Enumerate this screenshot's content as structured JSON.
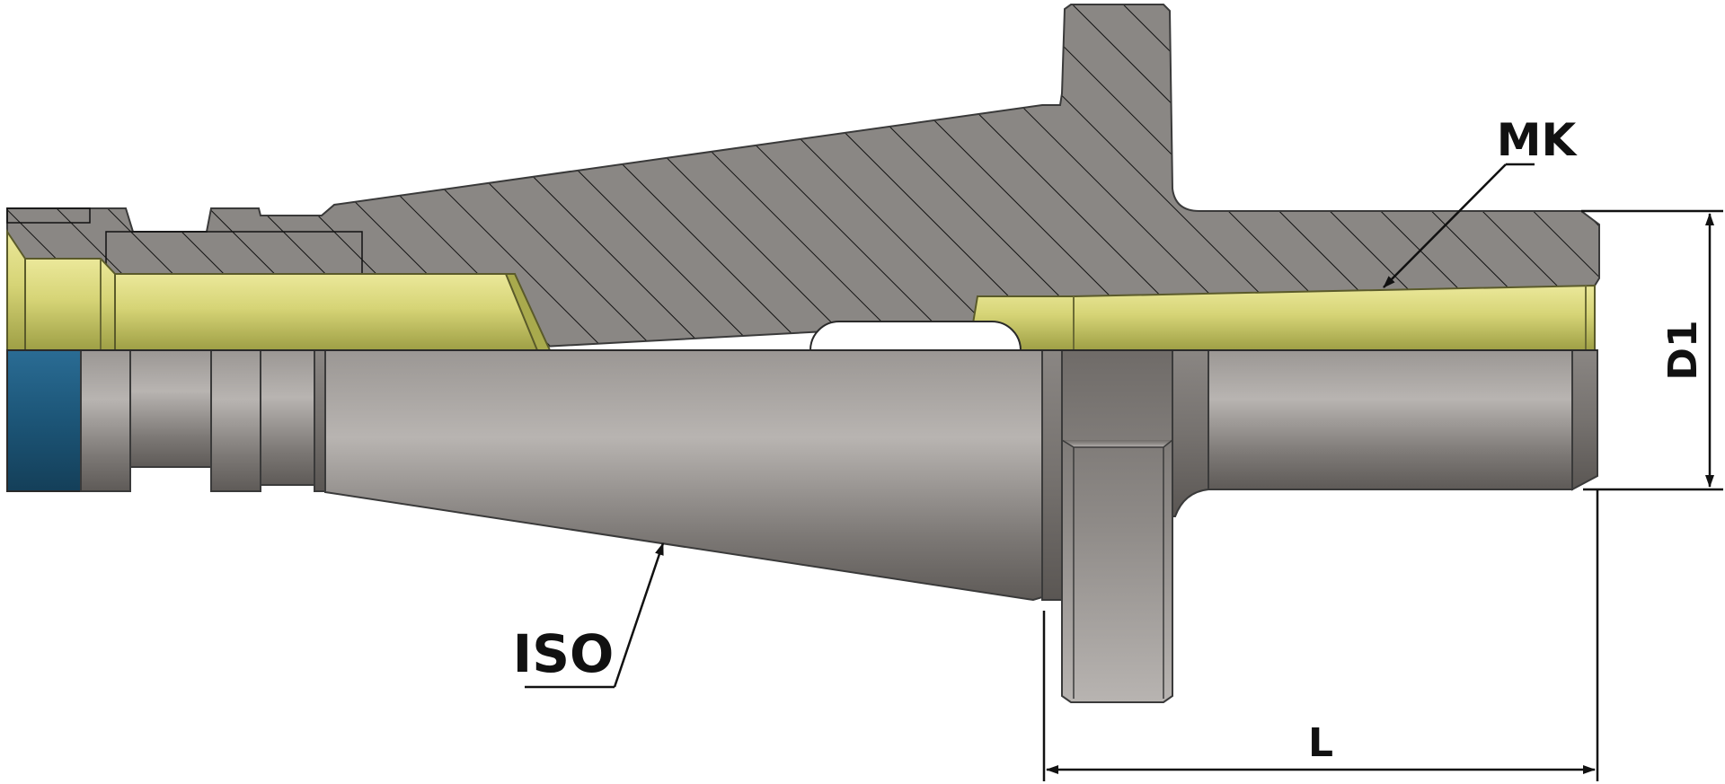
{
  "labels": {
    "iso": "ISO",
    "mk": "MK",
    "d1": "D1",
    "l": "L"
  },
  "colors": {
    "section_fill": "#8a8784",
    "hatch": "#111111",
    "insert_light": "#e6e38a",
    "insert_dark": "#a7a84a",
    "body_light": "#b2aeab",
    "body_dark": "#66625f",
    "blue_ring": "#1c5577"
  }
}
